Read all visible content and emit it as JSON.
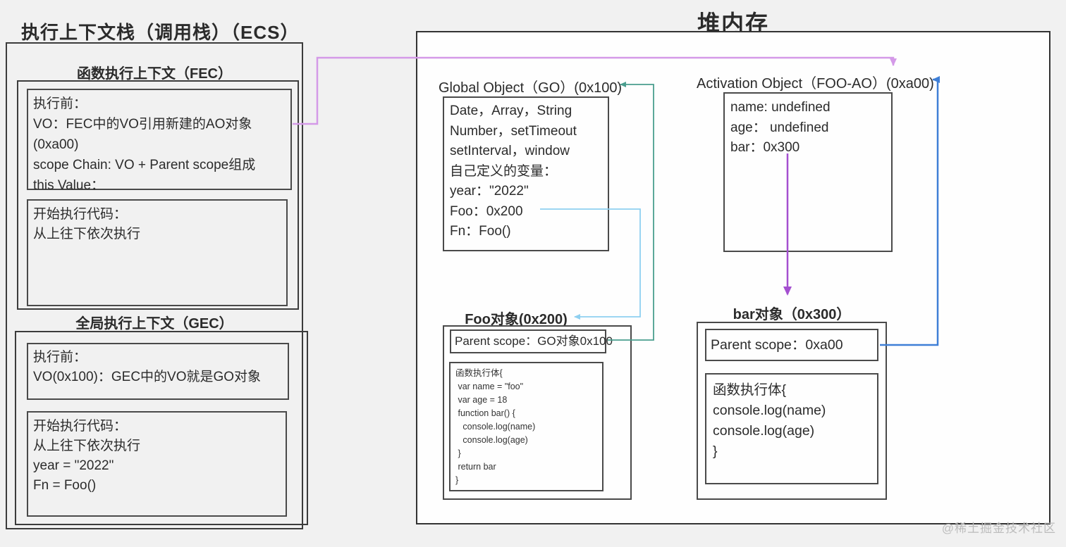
{
  "ecs": {
    "title": "执行上下文栈（调用栈）（ECS）",
    "fec": {
      "label": "函数执行上下文（FEC）",
      "before_lines": [
        "执行前：",
        "VO：FEC中的VO引用新建的AO对象(0xa00)",
        "scope Chain: VO + Parent scope组成",
        "this Value："
      ],
      "exec_lines": [
        "开始执行代码：",
        "从上往下依次执行"
      ]
    },
    "gec": {
      "label": "全局执行上下文（GEC）",
      "before_lines": [
        "执行前：",
        "VO(0x100)：GEC中的VO就是GO对象"
      ],
      "exec_lines": [
        "开始执行代码：",
        "从上往下依次执行",
        "year = \"2022\"",
        "Fn = Foo()"
      ]
    }
  },
  "heap": {
    "title": "堆内存",
    "go": {
      "title": "Global Object（GO）(0x100)",
      "lines": [
        "Date，Array，String",
        "Number，setTimeout",
        "setInterval，window",
        "自己定义的变量：",
        "year：\"2022\"",
        "Foo：0x200",
        "Fn：Foo()"
      ]
    },
    "ao": {
      "title": "Activation Object（FOO-AO）(0xa00)",
      "lines": [
        "name: undefined",
        "age：  undefined",
        "bar：0x300"
      ]
    },
    "foo": {
      "title": "Foo对象(0x200)",
      "parent_scope": "Parent scope：GO对象0x100",
      "code": "函数执行体{\n var name = \"foo\"\n var age = 18\n function bar() {\n   console.log(name)\n   console.log(age)\n }\n return bar\n}"
    },
    "bar": {
      "title": "bar对象（0x300）",
      "parent_scope": "Parent scope：0xa00",
      "code": "函数执行体{\nconsole.log(name)\nconsole.log(age)\n}"
    }
  },
  "watermark": "@稀土掘金技术社区",
  "colors": {
    "arrow_light_purple": "#d49ae8",
    "arrow_dark_purple": "#a44fd0",
    "arrow_teal": "#4a9e8e",
    "arrow_sky": "#8fd0f0",
    "arrow_blue": "#3f7fd6",
    "background": "#f1f1f1",
    "heap_fill": "#fefefe",
    "border": "#3c3c3c"
  }
}
